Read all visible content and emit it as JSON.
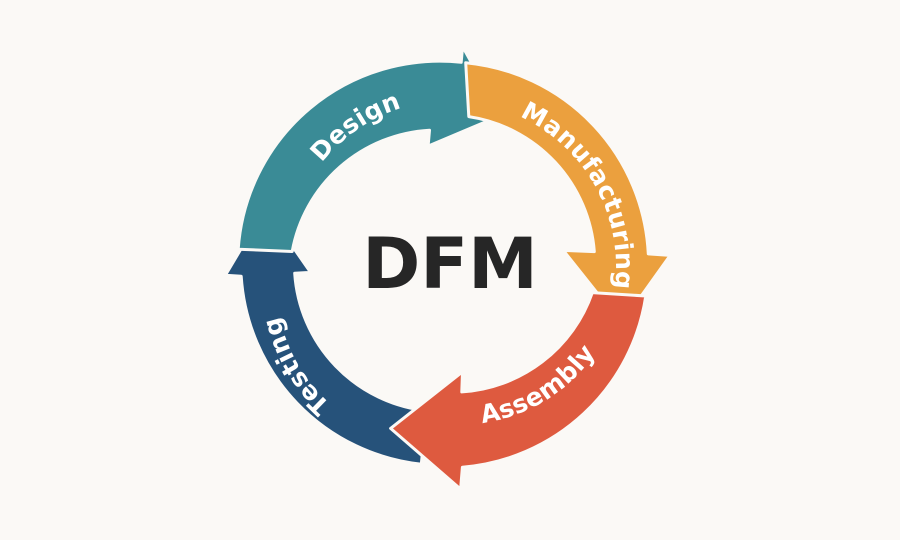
{
  "diagram": {
    "center_label": "DFM",
    "stages": [
      {
        "id": "design",
        "label": "Design",
        "color": "#3a8b96"
      },
      {
        "id": "manufacturing",
        "label": "Manufacturing",
        "color": "#eba03e"
      },
      {
        "id": "assembly",
        "label": "Assembly",
        "color": "#de5a3f"
      },
      {
        "id": "testing",
        "label": "Testing",
        "color": "#26527a"
      }
    ],
    "background_color": "#fbf9f6",
    "text_color": "#262626",
    "label_color": "#ffffff"
  }
}
